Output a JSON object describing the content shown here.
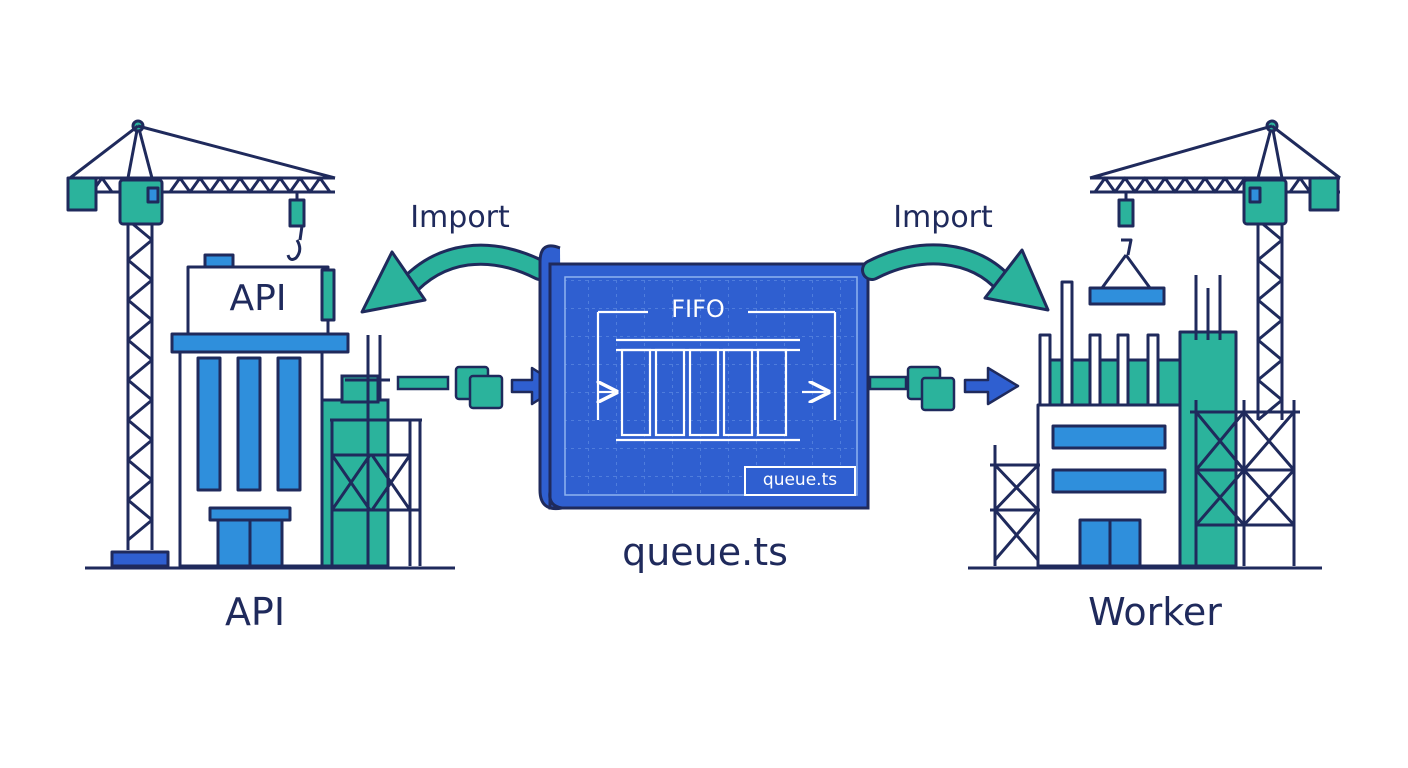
{
  "diagram": {
    "left_building": {
      "sign": "API",
      "caption": "API"
    },
    "right_building": {
      "caption": "Worker"
    },
    "blueprint": {
      "title": "FIFO",
      "file_tag": "queue.ts",
      "caption": "queue.ts"
    },
    "arrows": {
      "left_label": "Import",
      "right_label": "Import"
    },
    "colors": {
      "navy": "#1f2a5c",
      "blue": "#2f5fd0",
      "teal": "#2bb39c",
      "light_blue": "#2f8fdc"
    }
  }
}
